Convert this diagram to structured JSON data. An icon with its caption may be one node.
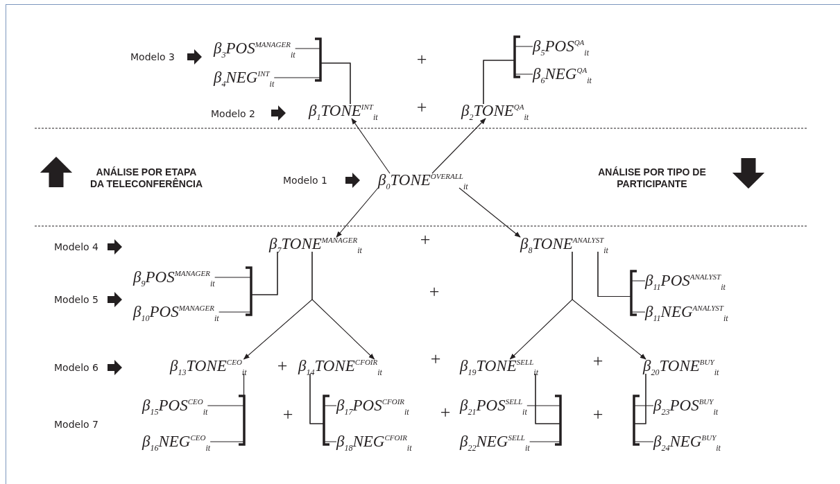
{
  "diagram": {
    "nodes": [
      {
        "text": [
          "β$_{3}$POS$^{MANAGER}$$_{it}$"
        ]
      },
      {
        "text": [
          "β$_{4}$NEG$^{INT}$$_{it}$"
        ]
      },
      {
        "text": [
          "β$_{5}$POS$^{QA}$$_{it}$"
        ]
      },
      {
        "text": [
          "β$_{6}$NEG$^{QA}$$_{it}$"
        ]
      },
      {
        "text": [
          "β$_{1}$TONE$^{INT}$$_{it}$"
        ]
      },
      {
        "text": [
          "β$_{2}$TONE$^{QA}$$_{it}$"
        ]
      },
      {
        "text": [
          "β$_{0}$TONE$^{OVERALL}$$_{it}$"
        ]
      },
      {
        "text": [
          "β$_{7}$TONE$^{MANAGER}$$_{it}$"
        ]
      },
      {
        "text": [
          "β$_{8}$TONE$^{ANALYST}$$_{it}$"
        ]
      },
      {
        "text": [
          "β$_{9}$POS$^{MANAGER}$$_{it}$"
        ]
      },
      {
        "text": [
          "β$_{10}$POS$^{MANAGER}$$_{it}$"
        ]
      },
      {
        "text": [
          "β$_{11}$POS$^{ANALYST}$$_{it}$"
        ]
      },
      {
        "text": [
          "β$_{11}$NEG$^{ANALYST}$$_{it}$"
        ]
      },
      {
        "text": [
          "β$_{13}$TONE$^{CEO}$$_{it}$"
        ]
      },
      {
        "text": [
          "β$_{14}$TONE$^{CFOIR}$$_{it}$"
        ]
      },
      {
        "text": [
          "β$_{19}$TONE$^{SELL}$$_{it}$"
        ]
      },
      {
        "text": [
          "β$_{20}$TONE$^{BUY}$$_{it}$"
        ]
      },
      {
        "text": [
          "β$_{15}$POS$^{CEO}$$_{it}$"
        ]
      },
      {
        "text": [
          "β$_{16}$NEG$^{CEO}$$_{it}$"
        ]
      },
      {
        "text": [
          "β$_{17}$POS$^{CFOIR}$$_{it}$"
        ]
      },
      {
        "text": [
          "β$_{18}$NEG$^{CFOIR}$$_{it}$"
        ]
      },
      {
        "text": [
          "β$_{21}$POS$^{SELL}$$_{it}$"
        ]
      },
      {
        "text": [
          "β$_{22}$NEG$^{SELL}$$_{it}$"
        ]
      },
      {
        "text": [
          "β$_{23}$POS$^{BUY}$$_{it}$"
        ]
      },
      {
        "text": [
          "β$_{24}$NEG$^{BUY}$$_{it}$"
        ]
      }
    ],
    "edges": [
      {
        "from": 6,
        "to": 4,
        "arrow": "to"
      },
      {
        "from": 6,
        "to": 5,
        "arrow": "to"
      },
      {
        "from": 6,
        "to": 7,
        "arrow": "to"
      },
      {
        "from": 6,
        "to": 8,
        "arrow": "to"
      },
      {
        "from": 4,
        "to": 0,
        "arrow": "none"
      },
      {
        "from": 4,
        "to": 1,
        "arrow": "none"
      },
      {
        "from": 5,
        "to": 2,
        "arrow": "none"
      },
      {
        "from": 5,
        "to": 3,
        "arrow": "none"
      },
      {
        "from": 7,
        "to": 9,
        "arrow": "none"
      },
      {
        "from": 7,
        "to": 10,
        "arrow": "none"
      },
      {
        "from": 8,
        "to": 11,
        "arrow": "none"
      },
      {
        "from": 8,
        "to": 12,
        "arrow": "none"
      },
      {
        "from": 7,
        "to": 13,
        "arrow": "to"
      },
      {
        "from": 7,
        "to": 14,
        "arrow": "to"
      },
      {
        "from": 8,
        "to": 15,
        "arrow": "to"
      },
      {
        "from": 8,
        "to": 16,
        "arrow": "to"
      },
      {
        "from": 13,
        "to": 17,
        "arrow": "none"
      },
      {
        "from": 13,
        "to": 18,
        "arrow": "none"
      },
      {
        "from": 14,
        "to": 19,
        "arrow": "none"
      },
      {
        "from": 14,
        "to": 20,
        "arrow": "none"
      },
      {
        "from": 15,
        "to": 21,
        "arrow": "none"
      },
      {
        "from": 15,
        "to": 22,
        "arrow": "none"
      },
      {
        "from": 16,
        "to": 23,
        "arrow": "none"
      },
      {
        "from": 16,
        "to": 24,
        "arrow": "none"
      }
    ],
    "labels": [
      "Modelo 3",
      "+",
      "Modelo 2",
      "+",
      "ANÁLISE POR ETAPA DA TELECONFERÊNCIA",
      "Modelo 1",
      "ANÁLISE POR TIPO DE PARTICIPANTE",
      "Modelo 4",
      "+",
      "Modelo 5",
      "+",
      "Modelo 6",
      "+",
      "+",
      "+",
      "Modelo 7",
      "+",
      "+",
      "+"
    ]
  }
}
